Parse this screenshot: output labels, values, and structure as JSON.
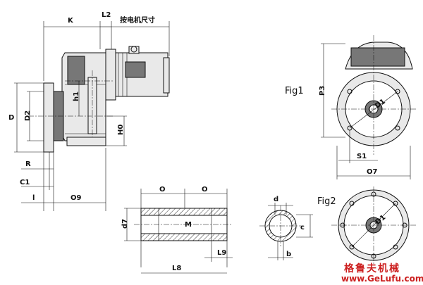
{
  "header_note": "按电机尺寸",
  "labels": {
    "K": "K",
    "L2": "L2",
    "D": "D",
    "D2": "D2",
    "h1": "h1",
    "H0": "H0",
    "R": "R",
    "C1": "C1",
    "l": "l",
    "O9": "O9",
    "O_left": "O",
    "O_right": "O",
    "d7": "d7",
    "M": "M",
    "L9": "L9",
    "L8": "L8",
    "d": "d",
    "c": "c",
    "b": "b",
    "P3": "P3",
    "D1_fig1": "D1",
    "S1": "S1",
    "O7": "O7",
    "D1_fig2": "D1"
  },
  "figures": {
    "fig1": "Fig1",
    "fig2": "Fig2"
  },
  "watermark": {
    "brand": "格鲁夫机械",
    "url": "www.GeLufu.com"
  }
}
